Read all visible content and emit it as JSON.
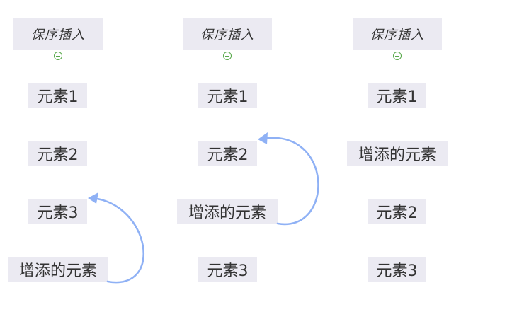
{
  "columns": [
    {
      "title": "保序插入",
      "nodes": [
        "元素1",
        "元素2",
        "元素3",
        "增添的元素"
      ]
    },
    {
      "title": "保序插入",
      "nodes": [
        "元素1",
        "元素2",
        "增添的元素",
        "元素3"
      ]
    },
    {
      "title": "保序插入",
      "nodes": [
        "元素1",
        "增添的元素",
        "元素2",
        "元素3"
      ]
    }
  ],
  "colors": {
    "node_fill": "#ebeaf2",
    "text": "#333333",
    "arrow": "#8fb1f5",
    "collapse_icon": "#58a84a",
    "title_underline": "#8fa9da"
  }
}
